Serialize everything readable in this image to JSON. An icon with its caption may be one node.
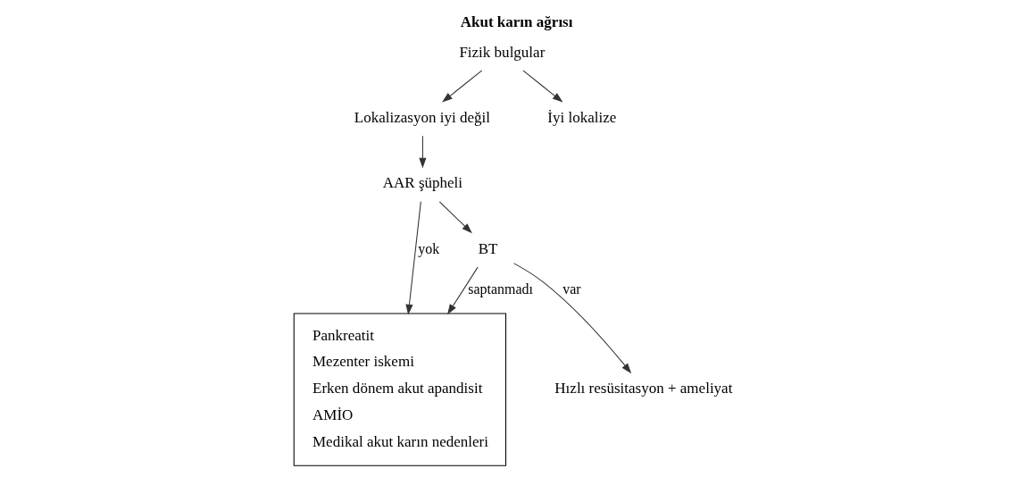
{
  "diagram": {
    "title": "Akut karın ağrısı",
    "nodes": [
      {
        "text": [
          "Fizik bulgular"
        ]
      },
      {
        "text": [
          "Lokalizasyon iyi değil"
        ]
      },
      {
        "text": [
          "İyi lokalize"
        ]
      },
      {
        "text": [
          "AAR şüpheli"
        ]
      },
      {
        "text": [
          "Pankreatit",
          "Mezenter iskemi",
          "Erken dönem akut apandisit",
          "AMİO",
          "Medikal akut karın nedenleri"
        ]
      },
      {
        "text": [
          "BT"
        ]
      },
      {
        "text": [
          "Hızlı resüsitasyon + ameliyat"
        ]
      }
    ],
    "edges": [
      {
        "from": 0,
        "to": 1,
        "arrow": "to"
      },
      {
        "from": 0,
        "to": 2,
        "arrow": "to"
      },
      {
        "from": 1,
        "to": 3,
        "arrow": "to"
      },
      {
        "from": 3,
        "to": 4,
        "arrow": "to",
        "label": "yok"
      },
      {
        "from": 3,
        "to": 5,
        "arrow": "to"
      },
      {
        "from": 5,
        "to": 4,
        "arrow": "to",
        "label": "saptanmadı"
      },
      {
        "from": 5,
        "to": 6,
        "arrow": "to",
        "label": "var"
      }
    ]
  }
}
